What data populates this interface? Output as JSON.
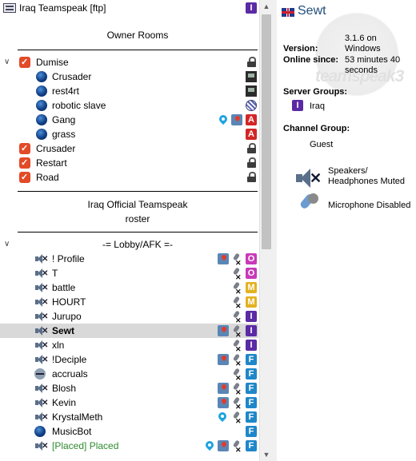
{
  "server": {
    "name": "Iraq Teamspeak [ftp]",
    "badge": "I"
  },
  "spacers": {
    "owner_rooms": "Owner Rooms",
    "official_line1": "Iraq Official Teamspeak",
    "official_line2": "roster",
    "lobby": "-=  Lobby/AFK  =-"
  },
  "channels": {
    "dumise": "Dumise",
    "dumise_clients": [
      {
        "name": "Crusader",
        "status": "online"
      },
      {
        "name": "rest4rt",
        "status": "online"
      },
      {
        "name": "robotic slave",
        "status": "online"
      },
      {
        "name": "Gang",
        "status": "online",
        "badge": "A"
      },
      {
        "name": "grass",
        "status": "online",
        "badge": "A"
      }
    ],
    "crusader": "Crusader",
    "restart": "Restart",
    "road": "Road"
  },
  "lobby_clients": [
    {
      "name": "! Profile",
      "badge": "O"
    },
    {
      "name": "T",
      "badge": "O"
    },
    {
      "name": "battle",
      "badge": "M"
    },
    {
      "name": "HOURT",
      "badge": "M"
    },
    {
      "name": "Jurupo",
      "badge": "I"
    },
    {
      "name": "Sewt",
      "badge": "I",
      "selected": true
    },
    {
      "name": "xln",
      "badge": "I"
    },
    {
      "name": "!Deciple",
      "badge": "F"
    },
    {
      "name": "accruals",
      "badge": "F"
    },
    {
      "name": "Blosh",
      "badge": "F"
    },
    {
      "name": "Kevin",
      "badge": "F"
    },
    {
      "name": "KrystalMeth",
      "badge": "F"
    },
    {
      "name": "MusicBot",
      "badge": "F"
    },
    {
      "name": "[Placed] Placed",
      "badge": "F"
    }
  ],
  "info": {
    "nickname": "Sewt",
    "version_label": "Version:",
    "version_line1": "3.1.6 on",
    "version_line2": "Windows",
    "online_label": "Online since:",
    "online_line1": "53 minutes 40",
    "online_line2": "seconds",
    "server_groups_label": "Server Groups:",
    "server_group": "Iraq",
    "server_group_badge": "I",
    "channel_group_label": "Channel Group:",
    "channel_group": "Guest",
    "speakers_line1": "Speakers/",
    "speakers_line2": "Headphones Muted",
    "mic": "Microphone Disabled",
    "watermark": "teamspeak3"
  },
  "colors": {
    "placed_text": "#2e8b2e",
    "nick": "#1f4e79"
  }
}
